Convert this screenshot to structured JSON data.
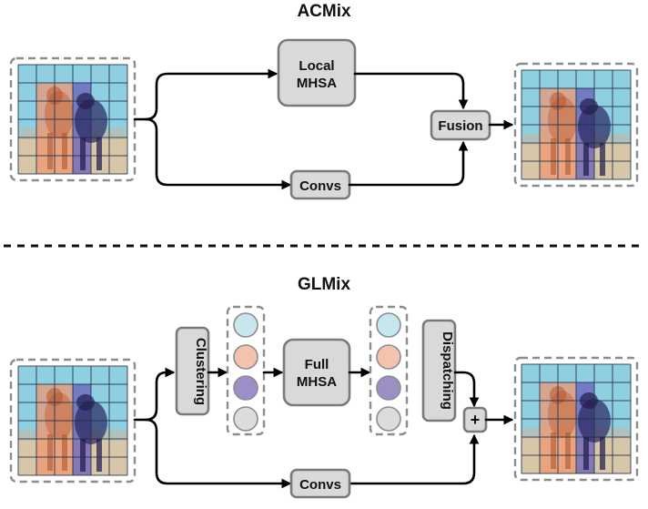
{
  "top_panel": {
    "title": "ACMix",
    "local_mhsa": [
      "Local",
      "MHSA"
    ],
    "convs": "Convs",
    "fusion": "Fusion"
  },
  "bottom_panel": {
    "title": "GLMix",
    "clustering": "Clustering",
    "full_mhsa": [
      "Full",
      "MHSA"
    ],
    "dispatching": "Dispatching",
    "add_symbol": "+",
    "convs": "Convs"
  },
  "colors": {
    "sky_cell": "#8fcfe2",
    "sand_cell": "#d8c6a8",
    "red_tint": "#f0956f",
    "purple_tint": "#6a5fb8",
    "slot_cyan": "#c6e7ee",
    "slot_salmon": "#f4c3ae",
    "slot_purple": "#9c8fc6",
    "slot_gray": "#dcdcdc",
    "box_fill": "#d9d9d9",
    "box_stroke": "#7a7a7a"
  }
}
